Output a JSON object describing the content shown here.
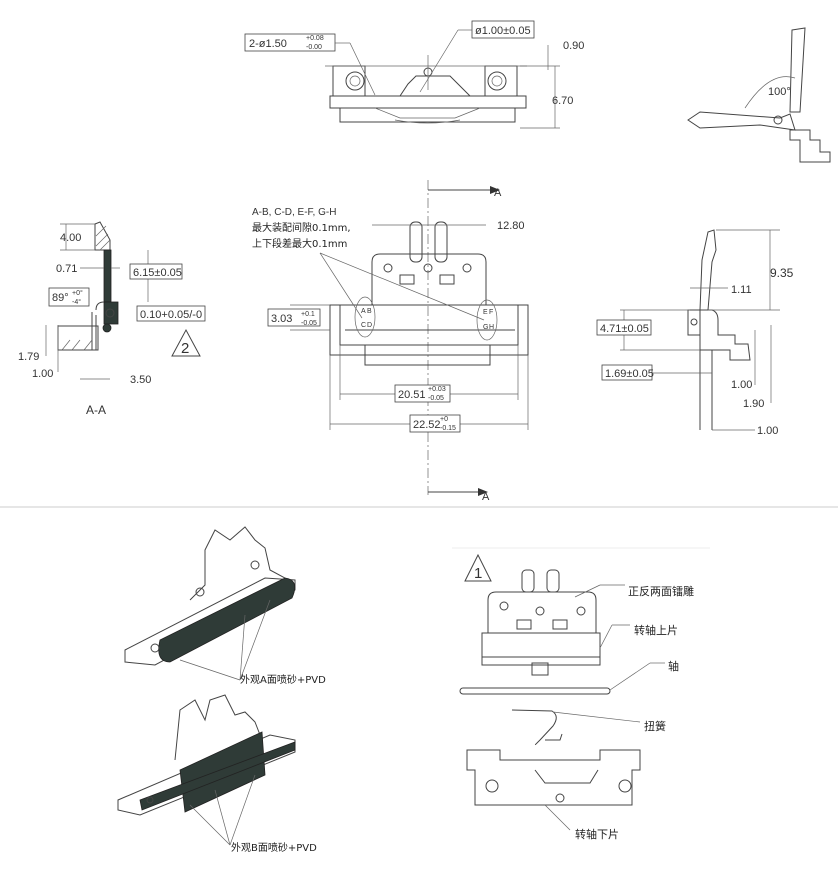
{
  "top_view": {
    "hole_pair_label": "2-ø1.50",
    "hole_pair_tol_upper": "+0.08",
    "hole_pair_tol_lower": "-0.00",
    "center_hole_label": "ø1.00±0.05",
    "dim_top": "0.90",
    "dim_height": "6.70"
  },
  "angle_view": {
    "angle": "100°"
  },
  "section_aa": {
    "dim_top": "4.00",
    "dim_thickness": "0.71",
    "dim_height": "6.15±0.05",
    "angle_main": "89°",
    "angle_tol_upper": "+0°",
    "angle_tol_lower": "-4°",
    "dim_gap": "0.10+0.05/-0",
    "revision_mark": "2",
    "dim_a": "1.79",
    "dim_b": "1.00",
    "dim_width": "3.50",
    "title": "A-A"
  },
  "front_view": {
    "note_line1": "A-B, C-D, E-F, G-H",
    "note_line2": "最大装配间隙0.1mm,",
    "note_line3": "上下段差最大0.1mm",
    "dim_width_top": "12.80",
    "dim_height_main": "3.03",
    "dim_height_tol_upper": "+0.1",
    "dim_height_tol_lower": "-0.05",
    "dim_inner_width": "20.51",
    "dim_inner_tol_upper": "+0.03",
    "dim_inner_tol_lower": "-0.05",
    "dim_outer_width": "22.52",
    "dim_outer_tol_upper": "+0",
    "dim_outer_tol_lower": "-0.15",
    "section_marker_top": "A",
    "section_marker_bottom": "A",
    "point_labels": [
      "A",
      "B",
      "C",
      "D",
      "E",
      "F",
      "G",
      "H"
    ]
  },
  "side_view": {
    "dim_height": "9.35",
    "dim_thickness": "1.11",
    "dim_lower": "4.71±0.05",
    "dim_offset": "1.69±0.05",
    "dim_step1": "1.00",
    "dim_step2": "1.90",
    "dim_base": "1.00"
  },
  "iso_views": {
    "label_a": "外观A面喷砂+PVD",
    "label_b": "外观B面喷砂+PVD"
  },
  "exploded_view": {
    "revision_mark": "1",
    "label_engraving": "正反两面镭雕",
    "label_upper_part": "转轴上片",
    "label_shaft": "轴",
    "label_spring": "扭簧",
    "label_lower_part": "转轴下片"
  },
  "colors": {
    "line": "#444444",
    "coating": "#2f3b37"
  }
}
